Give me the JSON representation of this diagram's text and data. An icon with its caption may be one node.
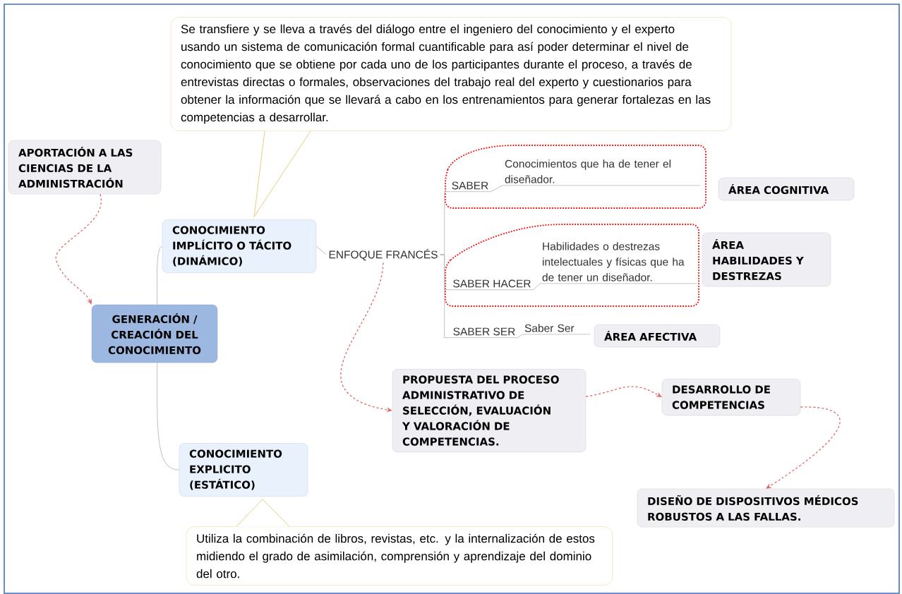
{
  "diagram": {
    "nodes": [
      {
        "text": [
          "APORTACIÓN A LAS CIENCIAS DE LA ADMINISTRACIÓN"
        ]
      },
      {
        "text": [
          "Se transfiere y se lleva a través del diálogo entre el ingeniero del conocimiento y el experto usando un sistema de comunicación formal cuantificable para así poder determinar el nivel de conocimiento que se obtiene por cada uno de los participantes durante el proceso, a través de entrevistas directas o formales, observaciones del trabajo real del experto y cuestionarios para obtener la información que se llevará a cabo en los entrenamientos para generar fortalezas en las competencias a desarrollar."
        ]
      },
      {
        "text": [
          "GENERACIÓN / CREACIÓN DEL CONOCIMIENTO"
        ]
      },
      {
        "text": [
          "CONOCIMIENTO IMPLÍCITO O TÁCITO (DINÁMICO)"
        ]
      },
      {
        "text": [
          "ENFOQUE FRANCÉS"
        ]
      },
      {
        "text": [
          "SABER"
        ]
      },
      {
        "text": [
          "Conocimientos que ha de tener el diseñador."
        ]
      },
      {
        "text": [
          "ÁREA COGNITIVA"
        ]
      },
      {
        "text": [
          "SABER HACER"
        ]
      },
      {
        "text": [
          "Habilidades o destrezas intelectuales y físicas que ha de tener un diseñador."
        ]
      },
      {
        "text": [
          "ÁREA HABILIDADES Y DESTREZAS"
        ]
      },
      {
        "text": [
          "SABER SER"
        ]
      },
      {
        "text": [
          "Saber Ser"
        ]
      },
      {
        "text": [
          "ÁREA AFECTIVA"
        ]
      },
      {
        "text": [
          "PROPUESTA DEL PROCESO ADMINISTRATIVO DE SELECCIÓN, EVALUACIÓN Y VALORACIÓN DE COMPETENCIAS."
        ]
      },
      {
        "text": [
          "DESARROLLO DE COMPETENCIAS"
        ]
      },
      {
        "text": [
          "CONOCIMIENTO EXPLICITO (ESTÁTICO)"
        ]
      },
      {
        "text": [
          "DISEÑO DE DISPOSITIVOS MÉDICOS ROBUSTOS A LAS FALLAS."
        ]
      },
      {
        "text": [
          "Utiliza la combinación de libros, revistas, etc. y la internalización de estos midiendo el grado de asimilación, comprensión y aprendizaje del dominio del otro."
        ]
      }
    ],
    "edges": [
      {
        "from": 0,
        "to": 2,
        "arrow": "to",
        "style": "dashed",
        "color": "#e06666"
      },
      {
        "from": 2,
        "to": 3,
        "arrow": "none"
      },
      {
        "from": 2,
        "to": 16,
        "arrow": "none"
      },
      {
        "from": 3,
        "to": 4,
        "arrow": "none"
      },
      {
        "from": 4,
        "to": 5,
        "arrow": "none"
      },
      {
        "from": 5,
        "to": 6,
        "arrow": "none"
      },
      {
        "from": 4,
        "to": 8,
        "arrow": "none"
      },
      {
        "from": 8,
        "to": 9,
        "arrow": "none"
      },
      {
        "from": 4,
        "to": 11,
        "arrow": "none"
      },
      {
        "from": 11,
        "to": 12,
        "arrow": "none"
      },
      {
        "from": 4,
        "to": 14,
        "arrow": "to",
        "style": "dashed",
        "color": "#e06666"
      },
      {
        "from": 14,
        "to": 15,
        "arrow": "to",
        "style": "dashed",
        "color": "#e06666"
      },
      {
        "from": 15,
        "to": 17,
        "arrow": "to",
        "style": "dashed",
        "color": "#e06666"
      }
    ]
  }
}
